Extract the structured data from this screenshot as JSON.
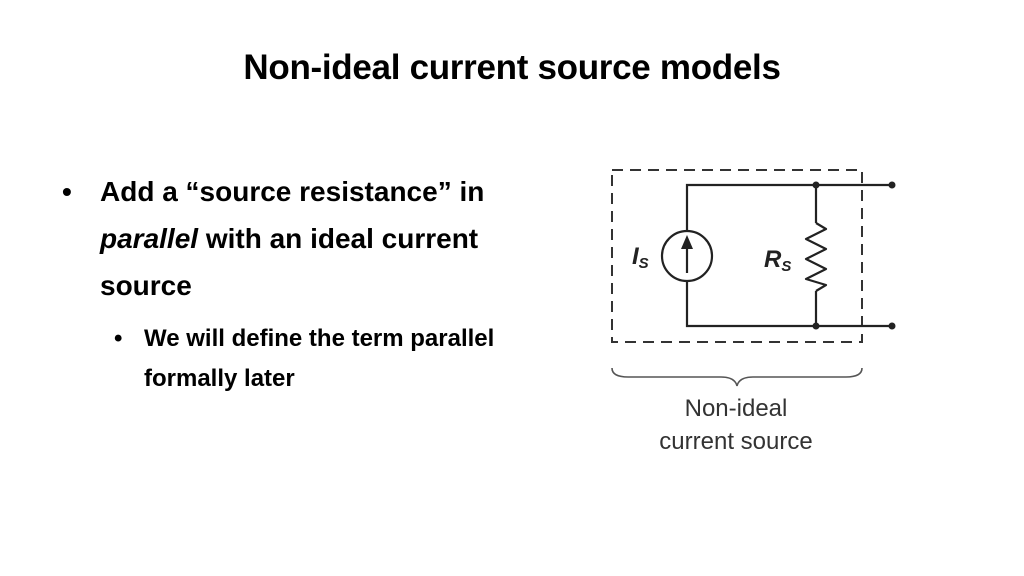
{
  "slide": {
    "title": "Non-ideal current source models"
  },
  "bullets": {
    "main": {
      "part1": "Add a “source resistance” in ",
      "emphasis": "parallel",
      "part2": " with an ideal current source"
    },
    "sub": {
      "text": "We will define the term parallel formally later"
    }
  },
  "diagram": {
    "source_symbol": "I",
    "source_subscript": "S",
    "resistor_symbol": "R",
    "resistor_subscript": "S",
    "caption_line1": "Non-ideal",
    "caption_line2": "current source"
  }
}
